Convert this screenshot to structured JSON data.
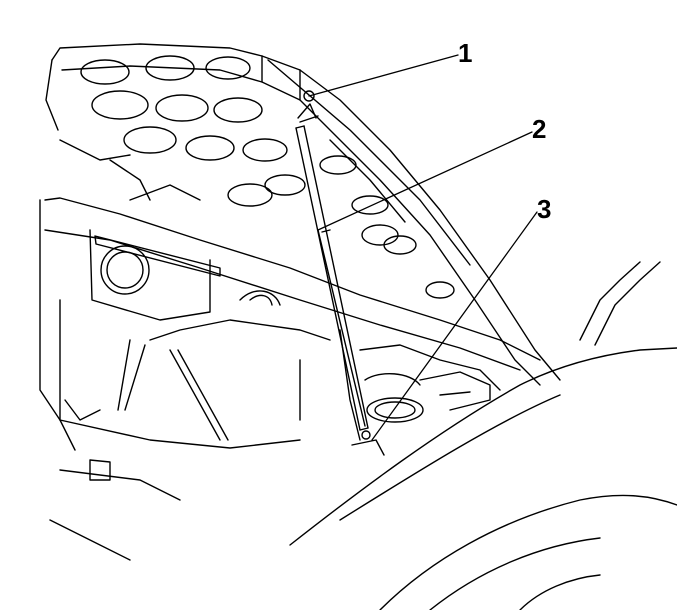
{
  "callouts": [
    {
      "number": "1",
      "part": "hood-strut-upper-stud"
    },
    {
      "number": "2",
      "part": "hood-strut"
    },
    {
      "number": "3",
      "part": "hood-strut-lower-stud"
    }
  ],
  "colors": {
    "line": "#000000",
    "background": "#ffffff"
  }
}
